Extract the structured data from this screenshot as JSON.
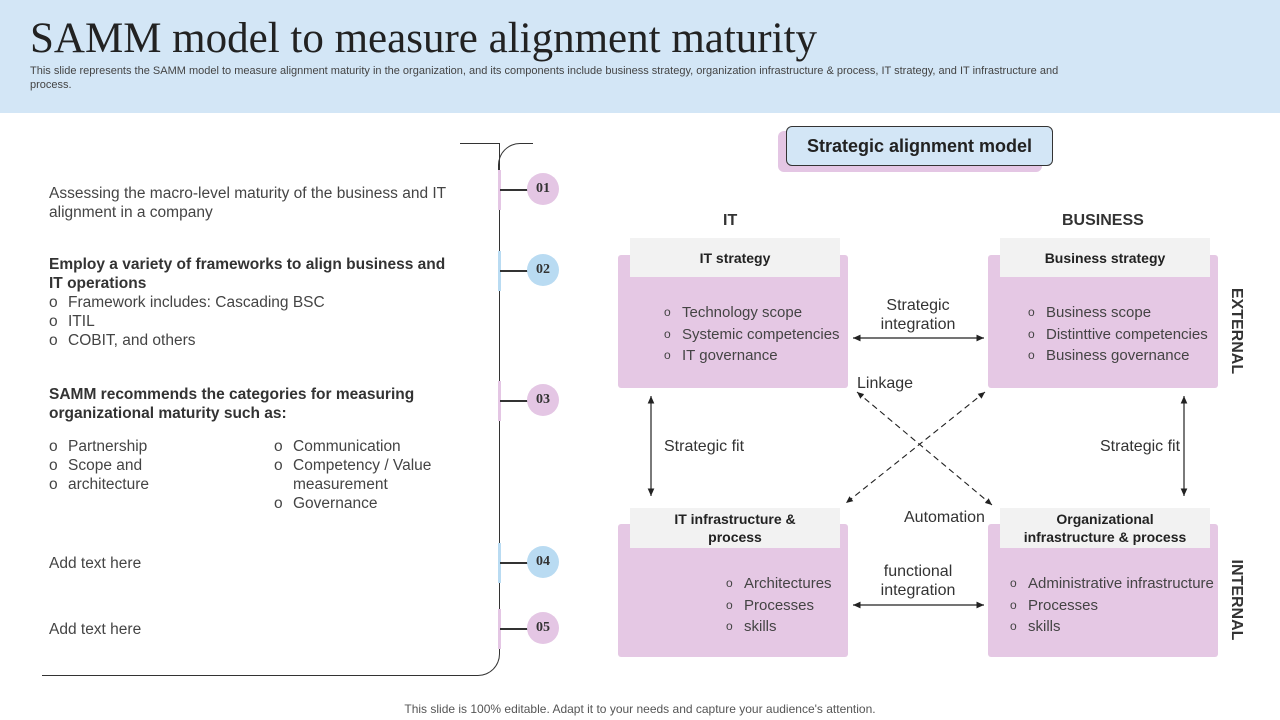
{
  "header": {
    "title": "SAMM model to measure alignment maturity",
    "subtitle": "This slide represents the SAMM  model to measure alignment maturity in the organization, and its components include business strategy, organization infrastructure & process, IT strategy,  and IT infrastructure and process."
  },
  "steps": [
    {
      "number": "01",
      "color": "#e4c6e4"
    },
    {
      "number": "02",
      "color": "#b9dbf2"
    },
    {
      "number": "03",
      "color": "#e4c6e4"
    },
    {
      "number": "04",
      "color": "#b9dbf2"
    },
    {
      "number": "05",
      "color": "#e4c6e4"
    }
  ],
  "left": {
    "item1": "Assessing the macro-level maturity of the business and IT alignment in a company",
    "item2_heading": "Employ a variety of frameworks to align business and IT operations",
    "item2_bullets": [
      "Framework includes:  Cascading BSC",
      "ITIL",
      "COBIT,  and others"
    ],
    "item3_heading": "SAMM recommends the categories for measuring organizational maturity  such as:",
    "item3_col1": [
      "Partnership",
      "Scope and",
      "architecture"
    ],
    "item3_col2": [
      "Communication",
      "Competency / Value measurement",
      "Governance"
    ],
    "item4": "Add text here",
    "item5": "Add text here"
  },
  "model": {
    "title": "Strategic alignment model",
    "col_it": "IT",
    "col_business": "BUSINESS",
    "row_external": "EXTERNAL",
    "row_internal": "INTERNAL",
    "boxes": {
      "it_strategy": {
        "title": "IT strategy",
        "items": [
          "Technology scope",
          "Systemic competencies",
          "IT governance"
        ]
      },
      "business_strategy": {
        "title": "Business strategy",
        "items": [
          "Business scope",
          "Distinttive competencies",
          "Business governance"
        ]
      },
      "it_infra": {
        "title": "IT infrastructure & process",
        "items": [
          "Architectures",
          "Processes",
          "skills"
        ]
      },
      "org_infra": {
        "title": "Organizational infrastructure & process",
        "items": [
          "Administrative infrastructure",
          "Processes",
          "skills"
        ]
      }
    },
    "labels": {
      "strategic_integration": "Strategic integration",
      "functional_integration": "functional integration",
      "strategic_fit_left": "Strategic fit",
      "strategic_fit_right": "Strategic fit",
      "linkage": "Linkage",
      "automation": "Automation"
    }
  },
  "footer": "This slide is 100% editable. Adapt it to your needs and capture your audience's attention.",
  "colors": {
    "header_bg": "#d3e6f6",
    "box_bg": "#e5c8e4",
    "pink": "#e4c6e4",
    "blue": "#b9dbf2"
  }
}
